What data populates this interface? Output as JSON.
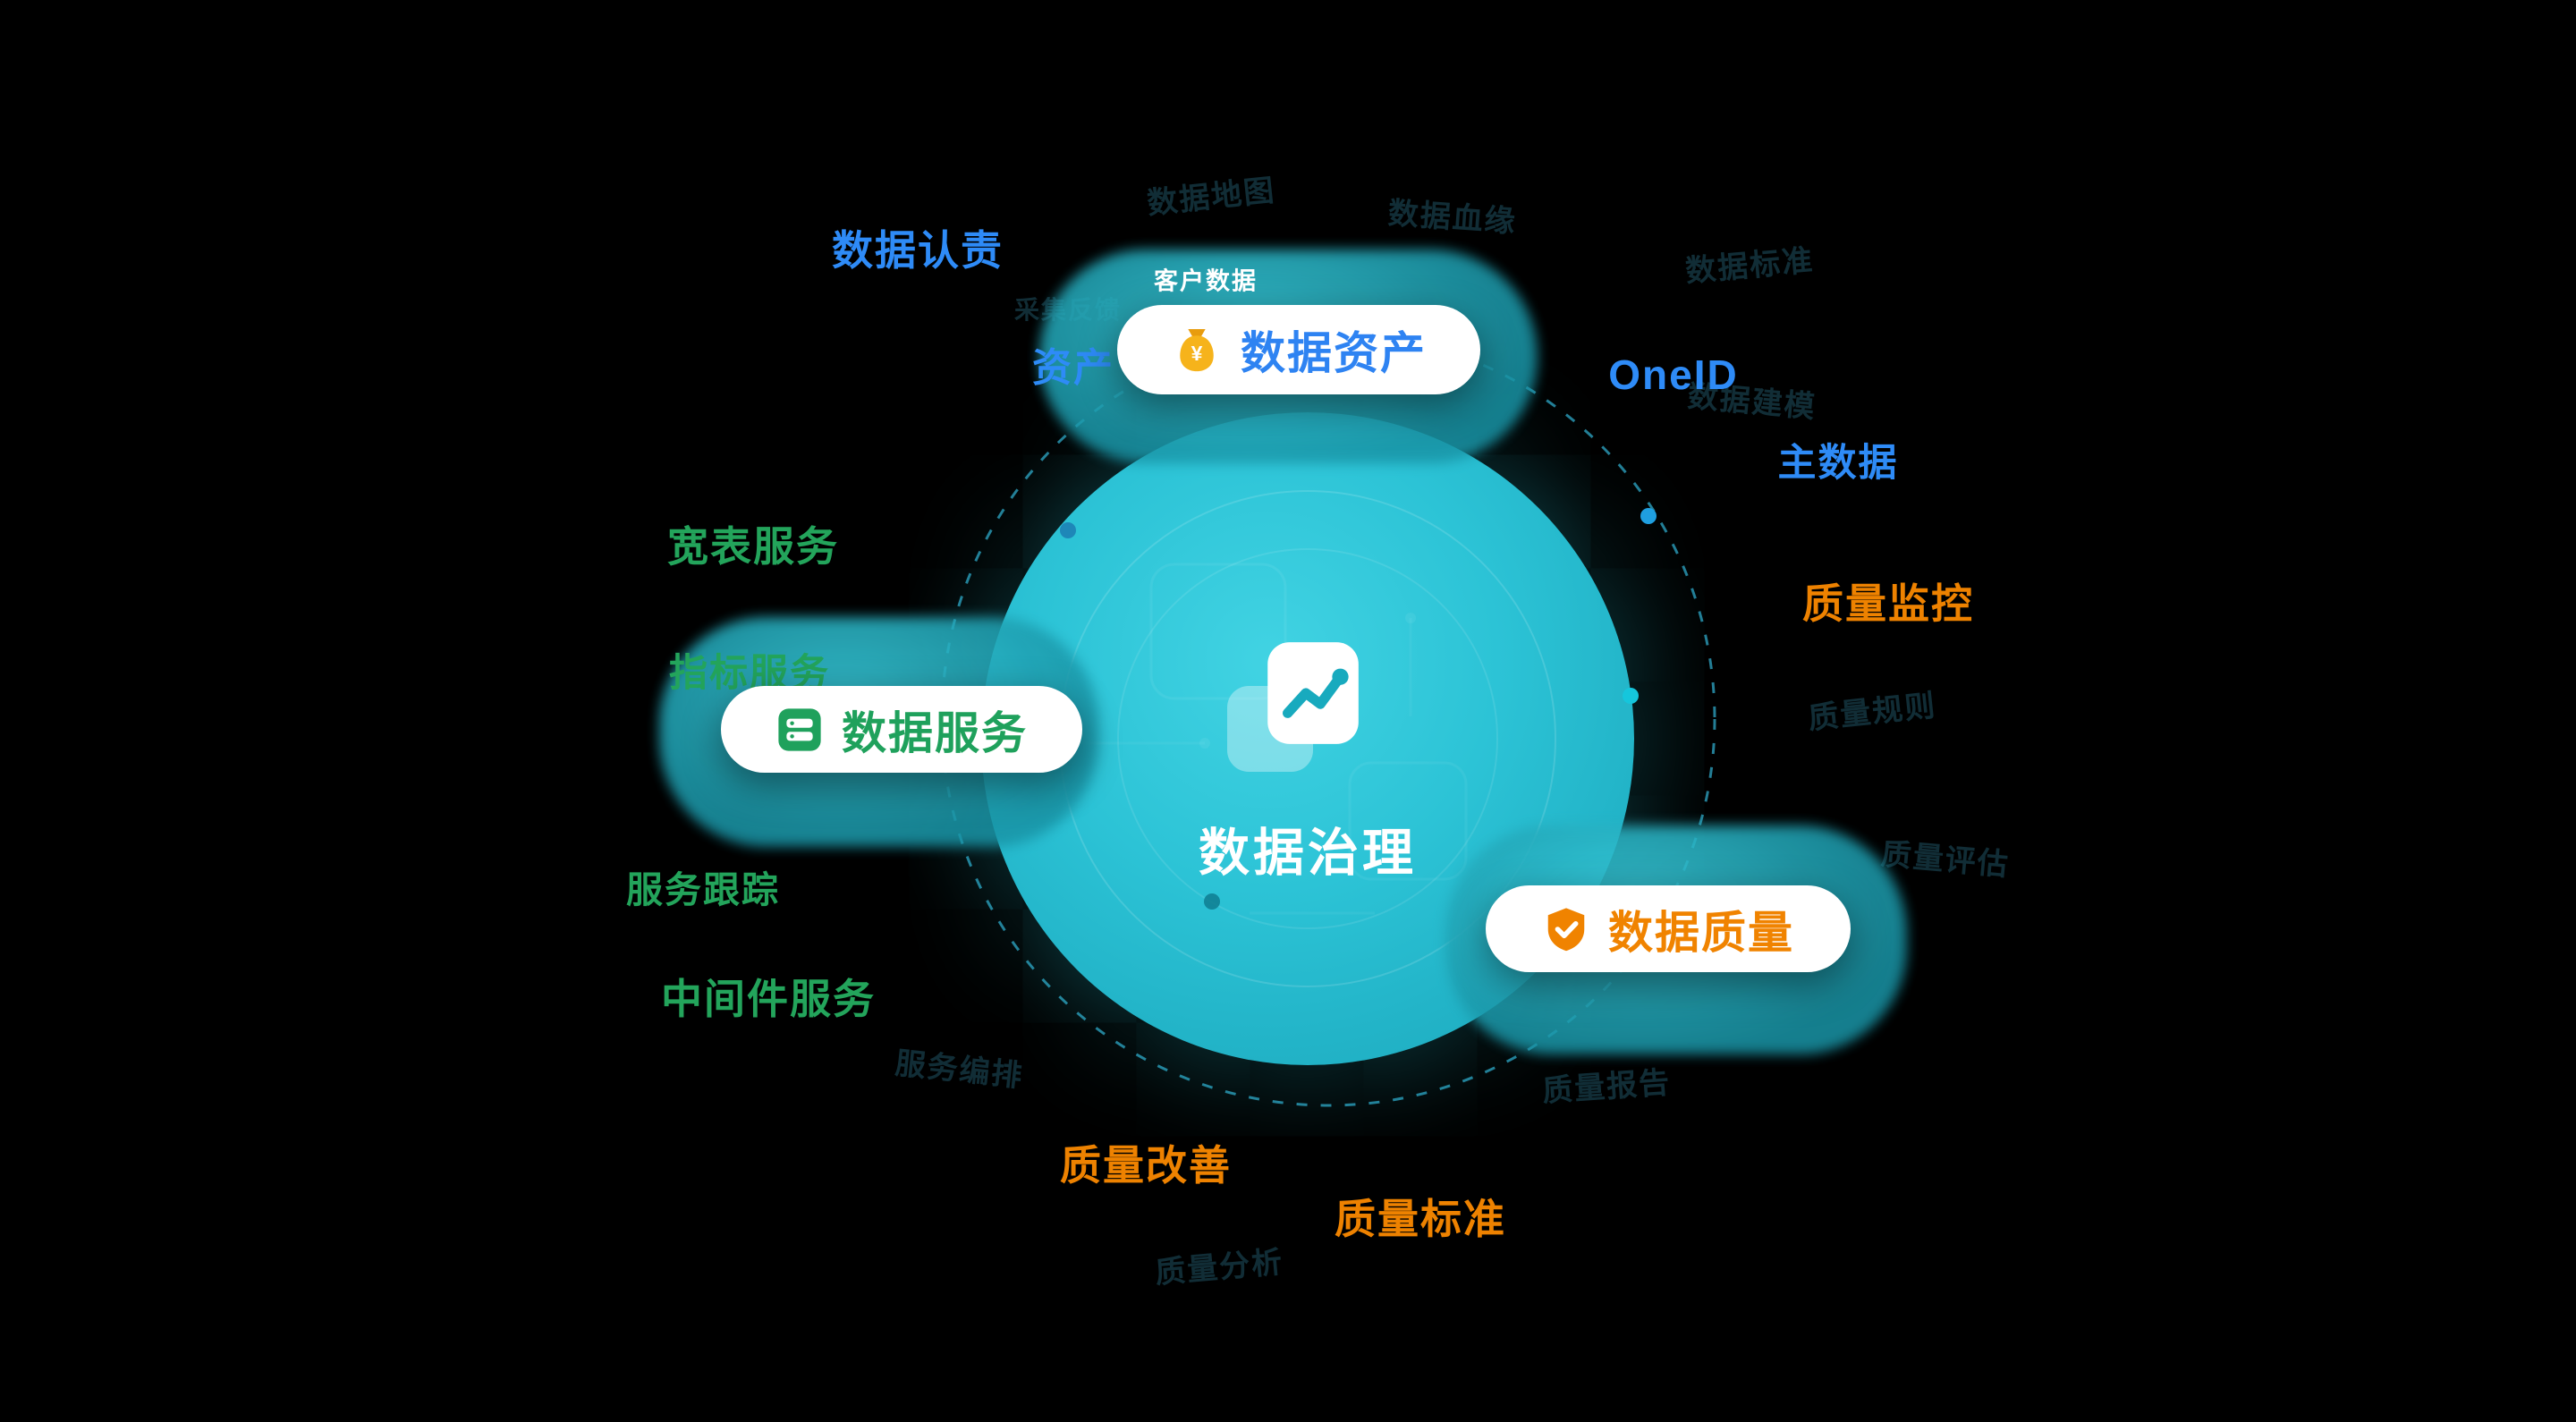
{
  "center": {
    "title": "数据治理",
    "icon": "chart-document-icon"
  },
  "badges": {
    "assets": {
      "label": "数据资产",
      "tag": "客户数据",
      "color": "#2E83F2",
      "icon": "money-bag-icon"
    },
    "services": {
      "label": "数据服务",
      "color": "#1FA15C",
      "icon": "database-card-icon"
    },
    "quality": {
      "label": "数据质量",
      "color": "#F08300",
      "icon": "shield-check-icon"
    }
  },
  "satellites": {
    "blue": [
      {
        "text": "数据认责"
      },
      {
        "text": "OneID"
      },
      {
        "text": "主数据"
      },
      {
        "text": "资产"
      }
    ],
    "green": [
      {
        "text": "宽表服务"
      },
      {
        "text": "指标服务"
      },
      {
        "text": "服务跟踪"
      },
      {
        "text": "中间件服务"
      }
    ],
    "orange": [
      {
        "text": "质量监控"
      },
      {
        "text": "质量改善"
      },
      {
        "text": "质量标准"
      }
    ]
  },
  "ghosts": [
    {
      "text": "数据地图"
    },
    {
      "text": "数据血缘"
    },
    {
      "text": "数据标准"
    },
    {
      "text": "采集反馈"
    },
    {
      "text": "数据建模"
    },
    {
      "text": "质量规则"
    },
    {
      "text": "质量评估"
    },
    {
      "text": "质量报告"
    },
    {
      "text": "服务编排"
    },
    {
      "text": "质量分析"
    }
  ],
  "colors": {
    "background": "#000000",
    "blue": "#2E8BF7",
    "green": "#23A45B",
    "orange": "#EE8200",
    "teal": "#2BC2D5"
  }
}
